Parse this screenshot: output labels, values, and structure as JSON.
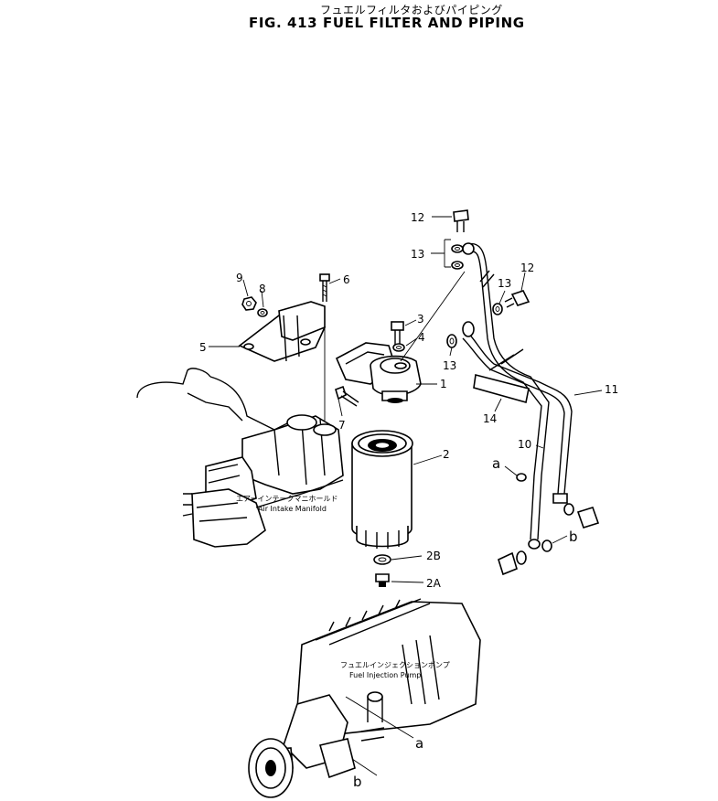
{
  "header": {
    "title_jp": "フュエルフィルタおよびパイピング",
    "title_en": "FIG. 413  FUEL FILTER AND PIPING"
  },
  "callouts": {
    "p1": "1",
    "p2": "2",
    "p2A": "2A",
    "p2B": "2B",
    "p3": "3",
    "p4": "4",
    "p5": "5",
    "p6": "6",
    "p7": "7",
    "p8": "8",
    "p9": "9",
    "p10": "10",
    "p11": "11",
    "p12a": "12",
    "p12b": "12",
    "p13a": "13",
    "p13b": "13",
    "p13c": "13",
    "p14": "14",
    "a1": "a",
    "a2": "a",
    "b1": "b",
    "b2": "b"
  },
  "captions": {
    "manifold_jp": "エアーインテークマニホールド",
    "manifold_en": "Air Intake Manifold",
    "pump_jp": "フュエルインジェクションポンプ",
    "pump_en": "Fuel Injection Pump"
  }
}
